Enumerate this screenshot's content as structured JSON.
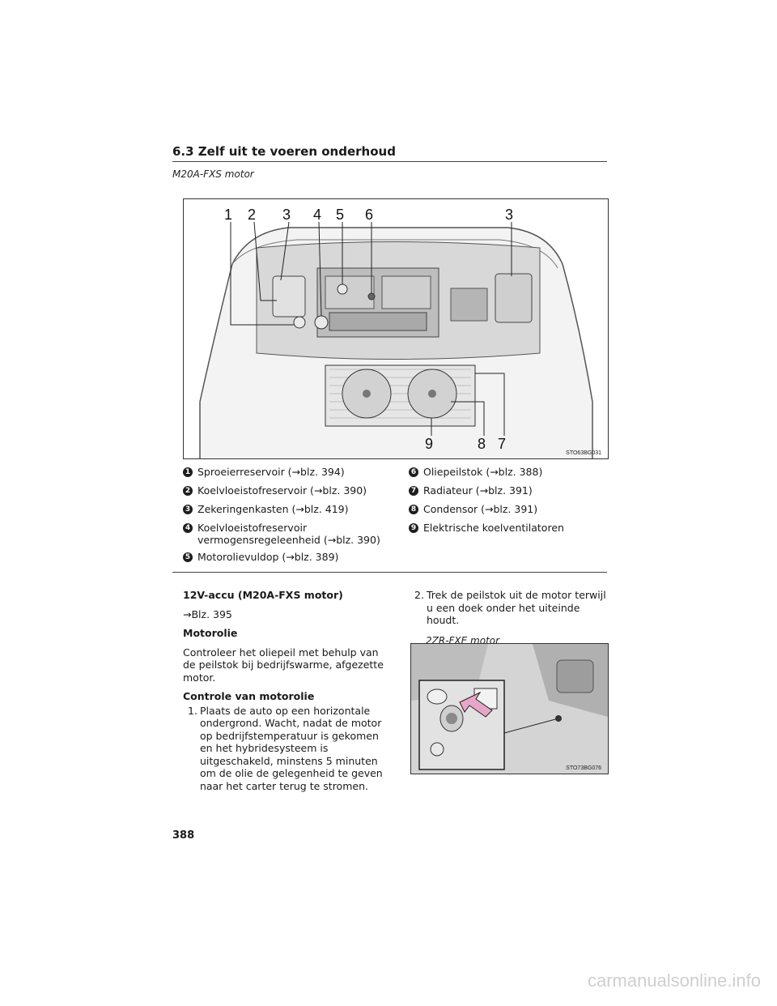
{
  "header": {
    "section_title": "6.3  Zelf uit te voeren onderhoud"
  },
  "figure1": {
    "caption": "M20A-FXS motor",
    "code": "STO63BG031",
    "callouts": [
      "1",
      "2",
      "3",
      "4",
      "5",
      "6",
      "3",
      "9",
      "8",
      "7"
    ]
  },
  "legend": {
    "left": [
      {
        "num": "1",
        "text": "Sproeierreservoir (→blz. 394)"
      },
      {
        "num": "2",
        "text": "Koelvloeistofreservoir (→blz. 390)"
      },
      {
        "num": "3",
        "text": "Zekeringenkasten (→blz. 419)"
      },
      {
        "num": "4",
        "text": "Koelvloeistofreservoir vermogensregeleenheid (→blz. 390)"
      },
      {
        "num": "5",
        "text": "Motorolievuldop (→blz. 389)"
      }
    ],
    "right": [
      {
        "num": "6",
        "text": "Oliepeilstok (→blz. 388)"
      },
      {
        "num": "7",
        "text": "Radiateur (→blz. 391)"
      },
      {
        "num": "8",
        "text": "Condensor (→blz. 391)"
      },
      {
        "num": "9",
        "text": "Elektrische koelventilatoren"
      }
    ]
  },
  "body": {
    "battery_heading": "12V-accu (M20A-FXS motor)",
    "battery_ref": "→Blz. 395",
    "oil_heading": "Motorolie",
    "oil_text": "Controleer het oliepeil met behulp van de peilstok bij bedrijfswarme, afgezette motor.",
    "check_heading": "Controle van motorolie",
    "step1_num": "1.",
    "step1_text": "Plaats de auto op een horizontale ondergrond. Wacht, nadat de motor op bedrijfstemperatuur is gekomen en het hybridesysteem is uitgeschakeld, minstens 5 minuten om de olie de gelegenheid te geven naar het carter terug te stromen.",
    "step2_num": "2.",
    "step2_text": "Trek de peilstok uit de motor terwijl u een doek onder het uiteinde houdt.",
    "figure2_caption": "2ZR-FXE motor",
    "figure2_code": "STO73BG076"
  },
  "footer": {
    "page_number": "388",
    "watermark": "carmanualsonline.info"
  },
  "colors": {
    "arrow": "#e7a6c8",
    "badge": "#1e1e1e"
  }
}
